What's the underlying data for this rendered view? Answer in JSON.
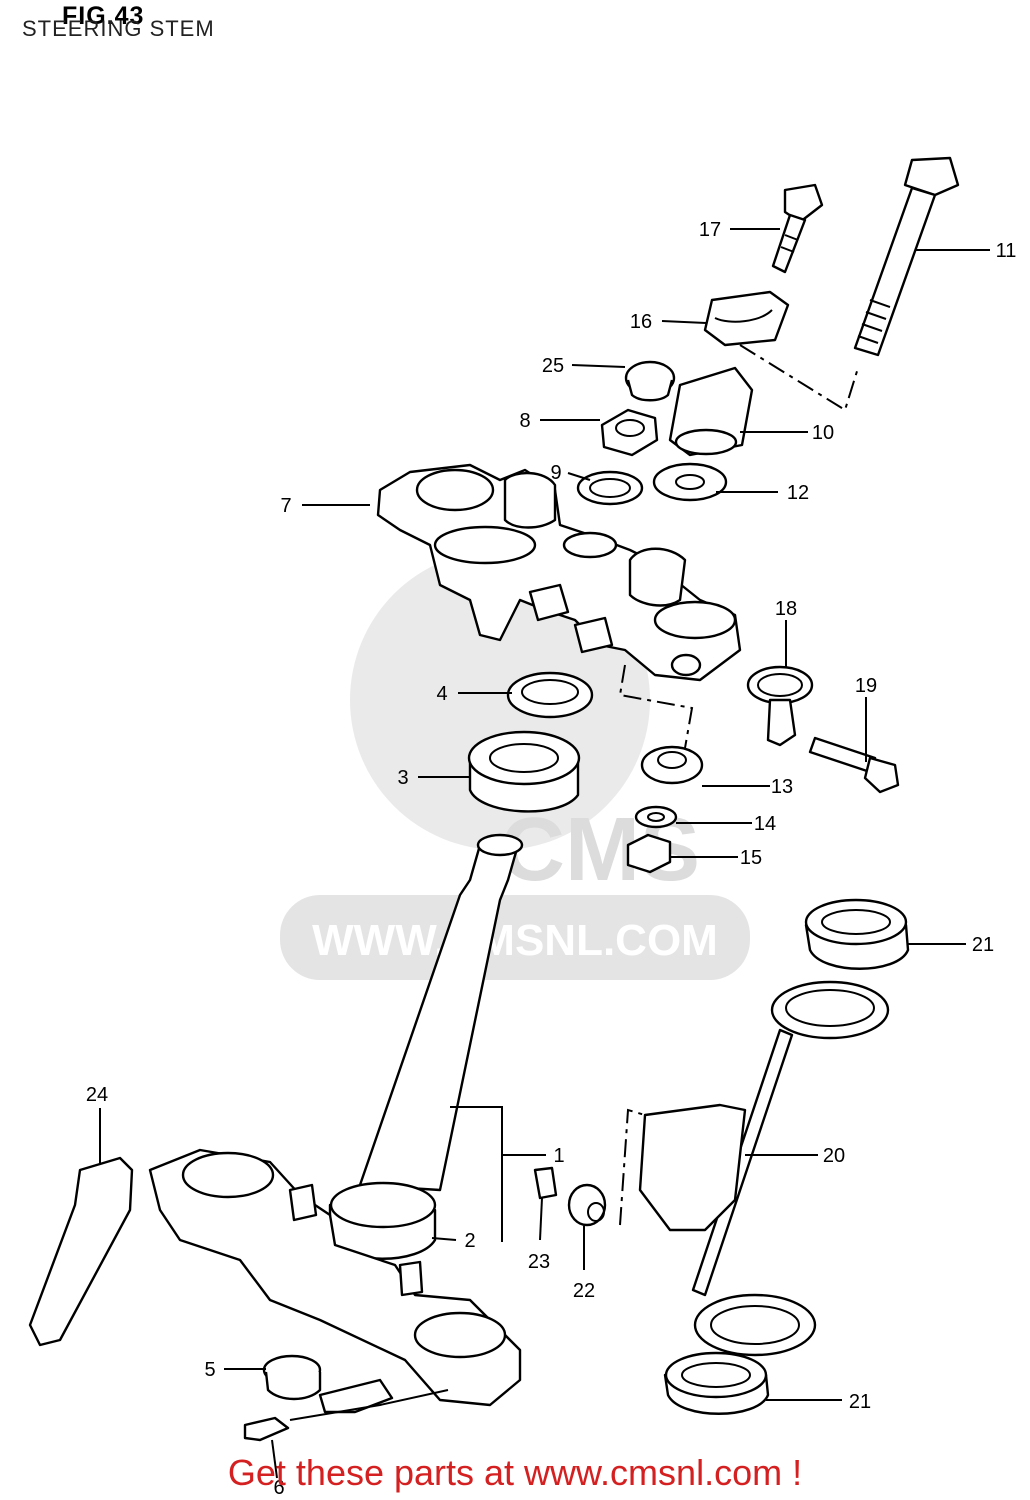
{
  "figure": {
    "title": "FIG.43",
    "subtitle": "STEERING STEM"
  },
  "watermark": {
    "text": "WWW.CMSNL.COM",
    "logo": "CMS"
  },
  "footer": {
    "text": "Get these parts at www.cmsnl.com !"
  },
  "callouts": {
    "p1": "1",
    "p2": "2",
    "p3": "3",
    "p4": "4",
    "p5": "5",
    "p6": "6",
    "p7": "7",
    "p8": "8",
    "p9": "9",
    "p10": "10",
    "p11": "11",
    "p12": "12",
    "p13": "13",
    "p14": "14",
    "p15": "15",
    "p16": "16",
    "p17": "17",
    "p18": "18",
    "p19": "19",
    "p20": "20",
    "p21a": "21",
    "p21b": "21",
    "p22": "22",
    "p23": "23",
    "p24": "24",
    "p25": "25"
  }
}
